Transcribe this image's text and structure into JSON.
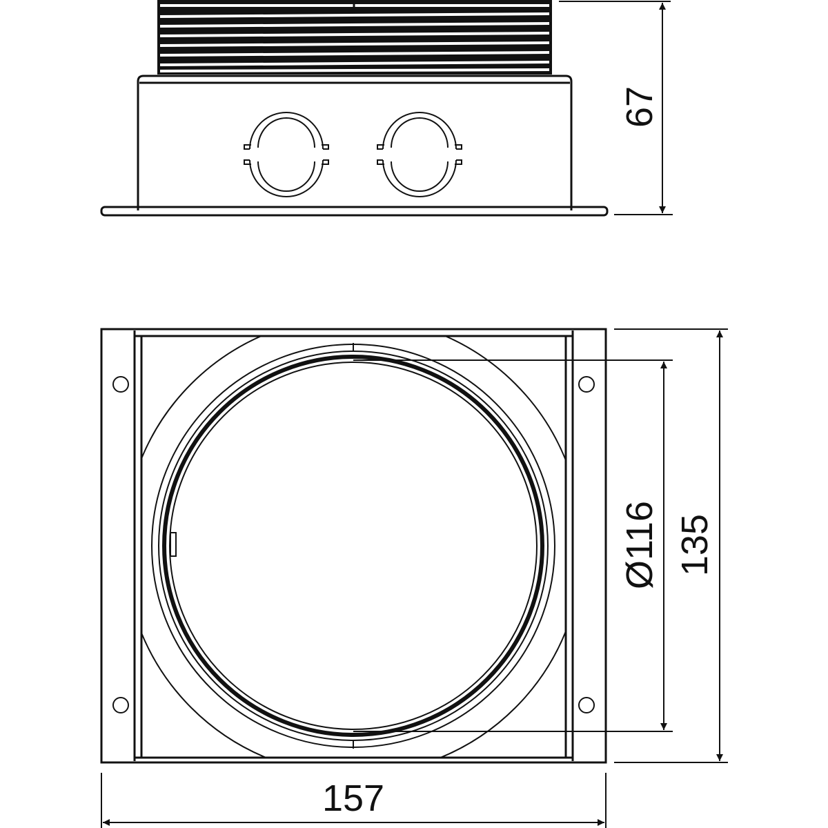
{
  "dimensions": {
    "height": "67",
    "diameter": "Ø116",
    "depth": "135",
    "width": "157"
  },
  "colors": {
    "line": "#111111",
    "background": "#ffffff"
  }
}
